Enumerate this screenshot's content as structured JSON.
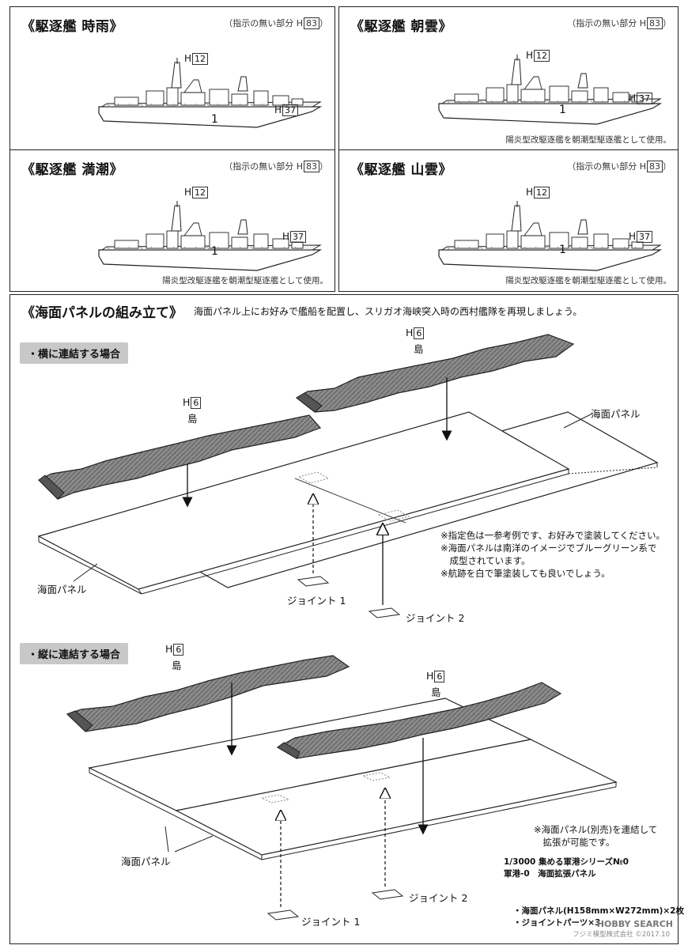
{
  "ships": [
    {
      "title": "《駆逐艦 時雨》",
      "note_prefix": "（指示の無い部分 H",
      "note_code": "83",
      "note_suffix": "）",
      "part_a": "12",
      "part_b": "37",
      "part_num": "1",
      "footnote": ""
    },
    {
      "title": "《駆逐艦 朝雲》",
      "note_prefix": "（指示の無い部分 H",
      "note_code": "83",
      "note_suffix": "）",
      "part_a": "12",
      "part_b": "37",
      "part_num": "1",
      "footnote": "陽炎型改駆逐艦を朝潮型駆逐艦として使用。"
    },
    {
      "title": "《駆逐艦 満潮》",
      "note_prefix": "（指示の無い部分 H",
      "note_code": "83",
      "note_suffix": "）",
      "part_a": "12",
      "part_b": "37",
      "part_num": "1",
      "footnote": "陽炎型改駆逐艦を朝潮型駆逐艦として使用。"
    },
    {
      "title": "《駆逐艦 山雲》",
      "note_prefix": "（指示の無い部分 H",
      "note_code": "83",
      "note_suffix": "）",
      "part_a": "12",
      "part_b": "37",
      "part_num": "1",
      "footnote": "陽炎型改駆逐艦を朝潮型駆逐艦として使用。"
    }
  ],
  "part_prefix": "H",
  "panel_section": {
    "title": "《海面パネルの組み立て》",
    "intro": "海面パネル上にお好みで艦船を配置し、スリガオ海峡突入時の西村艦隊を再現しましょう。",
    "horizontal_head": "・横に連結する場合",
    "vertical_head": "・縦に連結する場合",
    "island_code": "6",
    "island_label": "島",
    "panel_label": "海面パネル",
    "joint1": "ジョイント 1",
    "joint2": "ジョイント 2",
    "notes": [
      "※指定色は一参考例です、お好みで塗装してください。",
      "※海面パネルは南洋のイメージでブルーグリーン系で",
      "　成型されています。",
      "※航跡を白で筆塗装しても良いでしょう。"
    ],
    "expansion_note": [
      "※海面パネル(別売)を連結して",
      "　拡張が可能です。"
    ],
    "product_lines": [
      "1/3000 集める軍港シリーズ№0",
      "軍港-0　海面拡張パネル"
    ],
    "contents_lines": [
      "・海面パネル(H158mm×W272mm)×2枚",
      "・ジョイントパーツ×3"
    ]
  },
  "watermark": "HOBBY SEARCH",
  "copyright": "フジミ模型株式会社 ©2017.10"
}
